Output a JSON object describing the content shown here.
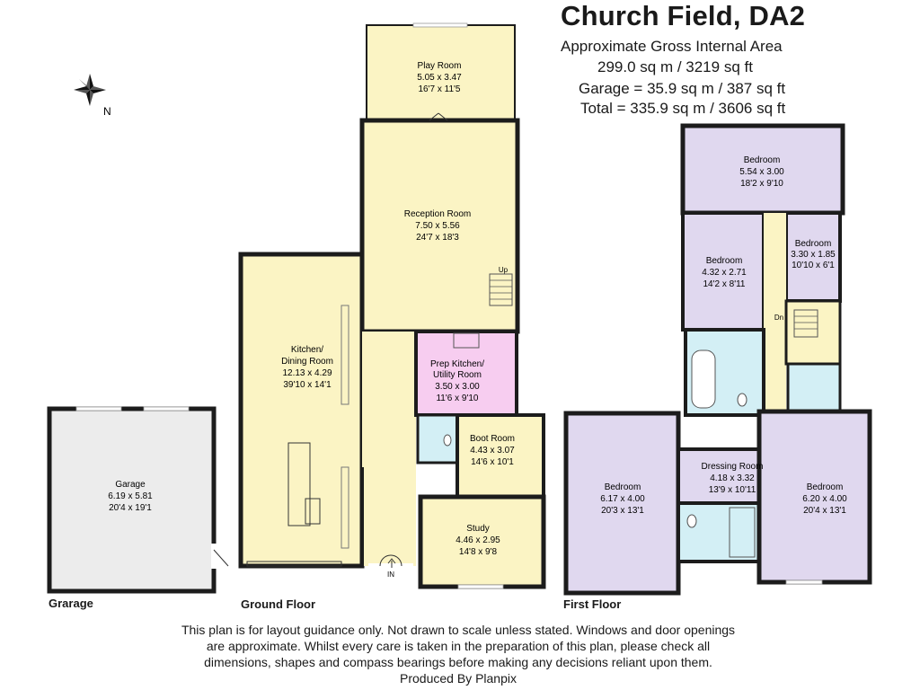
{
  "header": {
    "title": "Church Field, DA2",
    "area_heading": "Approximate Gross Internal Area",
    "area_main": "299.0 sq m / 3219 sq ft",
    "area_garage": "Garage =  35.9 sq m / 387 sq ft",
    "area_total": "Total = 335.9 sq m / 3606 sq ft"
  },
  "compass": {
    "label": "N",
    "icon": "compass-rose-icon"
  },
  "floors": {
    "garage": "Grarage",
    "ground": "Ground Floor",
    "first": "First Floor"
  },
  "rooms": {
    "play": {
      "name": "Play Room",
      "metric": "5.05 x 3.47",
      "imperial": "16'7 x 11'5"
    },
    "reception": {
      "name": "Reception Room",
      "metric": "7.50 x 5.56",
      "imperial": "24'7 x 18'3"
    },
    "kitchen": {
      "name1": "Kitchen/",
      "name2": "Dining Room",
      "metric": "12.13 x 4.29",
      "imperial": "39'10 x 14'1"
    },
    "prep": {
      "name1": "Prep Kitchen/",
      "name2": "Utility Room",
      "metric": "3.50 x 3.00",
      "imperial": "11'6 x 9'10"
    },
    "boot": {
      "name": "Boot Room",
      "metric": "4.43 x 3.07",
      "imperial": "14'6 x 10'1"
    },
    "study": {
      "name": "Study",
      "metric": "4.46 x 2.95",
      "imperial": "14'8 x 9'8"
    },
    "garage": {
      "name": "Garage",
      "metric": "6.19 x 5.81",
      "imperial": "20'4 x 19'1"
    },
    "bed_top": {
      "name": "Bedroom",
      "metric": "5.54 x 3.00",
      "imperial": "18'2 x 9'10"
    },
    "bed_mid": {
      "name": "Bedroom",
      "metric": "4.32 x 2.71",
      "imperial": "14'2 x 8'11"
    },
    "bed_small": {
      "name": "Bedroom",
      "metric": "3.30 x 1.85",
      "imperial": "10'10 x 6'1"
    },
    "bed_left": {
      "name": "Bedroom",
      "metric": "6.17 x 4.00",
      "imperial": "20'3 x 13'1"
    },
    "dressing": {
      "name": "Dressing Room",
      "metric": "4.18 x 3.32",
      "imperial": "13'9 x 10'11"
    },
    "bed_right": {
      "name": "Bedroom",
      "metric": "6.20 x 4.00",
      "imperial": "20'4 x 13'1"
    }
  },
  "markers": {
    "up": "Up",
    "down": "Dn",
    "entrance": "IN"
  },
  "disclaimer": {
    "line1": "This plan is for layout guidance only. Not drawn to scale unless stated. Windows and door openings",
    "line2": "are approximate. Whilst every care is taken in the preparation of this plan, please check all",
    "line3": "dimensions, shapes and compass bearings before making any decisions reliant upon them.",
    "line4": "Produced By Planpix"
  },
  "colors": {
    "wall": "#1c1c1c",
    "ground_fill": "#fbf4c4",
    "first_fill": "#e0d8ef",
    "utility_fill": "#f7cdf0",
    "bath_fill": "#d3eff5",
    "garage_fill": "#ececec",
    "landing_fill": "#fbf4c4"
  }
}
